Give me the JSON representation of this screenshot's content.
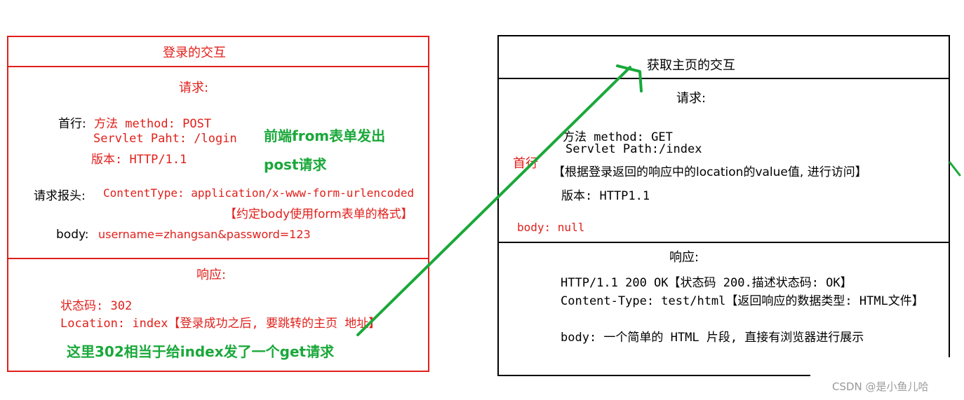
{
  "left_panel": {
    "title": "登录的交互",
    "request": {
      "header": "请求:",
      "first_line_label": "首行:",
      "method": "方法 method: POST",
      "servlet_path": "Servlet Paht: /login",
      "version": "版本: HTTP/1.1",
      "headers_label": "请求报头:",
      "content_type": "ContentType: application/x-www-form-urlencoded",
      "content_type_note": "【约定body使用form表单的格式】",
      "body_label": "body:",
      "body_value": "username=zhangsan&password=123"
    },
    "response": {
      "header": "响应:",
      "status": "状态码: 302",
      "location": "Location: index【登录成功之后, 要跳转的主页 地址】"
    },
    "annotation_form_line1": "前端from表单发出",
    "annotation_form_line2": "post请求",
    "annotation_302": "这里302相当于给index发了一个get请求"
  },
  "right_panel": {
    "title": "获取主页的交互",
    "request": {
      "header": "请求:",
      "method": "方法 method: GET",
      "servlet_path": "Servlet Path:/index",
      "first_line_label": "首行",
      "note": "【根据登录返回的响应中的location的value值, 进行访问】",
      "version": "版本: HTTP1.1",
      "body": "body: null"
    },
    "response": {
      "header": "响应:",
      "status_line": "HTTP/1.1  200 OK【状态码 200.描述状态码: OK】",
      "content_type": "Content-Type: test/html【返回响应的数据类型: HTML文件】",
      "body": "body: 一个简单的 HTML 片段, 直接有浏览器进行展示"
    }
  },
  "watermark": "CSDN @是小鱼儿哈",
  "colors": {
    "red": "#e0201b",
    "green": "#1aa83a",
    "black": "#000000"
  }
}
